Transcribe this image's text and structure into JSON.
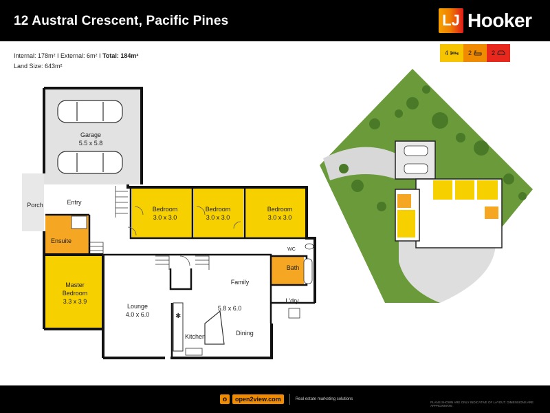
{
  "header": {
    "address": "12 Austral Crescent, Pacific Pines",
    "logo_mark": "LJ",
    "logo_text": "Hooker"
  },
  "stats": {
    "line1_a": "Internal: 178m² I External: 6m² I ",
    "line1_b": "Total: 184m²",
    "line2": "Land Size: 643m²"
  },
  "badges": [
    {
      "count": "4",
      "icon": "bed-icon",
      "color": "#f7c400"
    },
    {
      "count": "2",
      "icon": "bath-icon",
      "color": "#f08a00"
    },
    {
      "count": "2",
      "icon": "car-icon",
      "color": "#e8281c"
    }
  ],
  "rooms": {
    "garage": "Garage",
    "garage_dim": "5.5 x 5.8",
    "porch": "Porch",
    "entry": "Entry",
    "bedroom": "Bedroom",
    "bedroom_dim": "3.0 x 3.0",
    "ensuite": "Ensuite",
    "master": "Master",
    "master2": "Bedroom",
    "master_dim": "3.3 x 3.9",
    "wc": "WC",
    "bath": "Bath",
    "family": "Family",
    "family_dim": "5.8 x 6.0",
    "lounge": "Lounge",
    "lounge_dim": "4.0 x 6.0",
    "ldry": "L'dry",
    "kitchen": "Kitchen",
    "dining": "Dining"
  },
  "footer": {
    "brand_mark": "o",
    "brand": "open2view.com",
    "tagline": "Real estate marketing solutions",
    "disclaimer": "PLANS SHOWN ARE ONLY INDICATIVE OF LAYOUT. DIMENSIONS ARE APPROXIMATE"
  },
  "colors": {
    "yellow_room": "#f7d000",
    "orange_room": "#f5a623",
    "grey_room": "#e4e4e4",
    "lawn": "#6a9a3a"
  }
}
